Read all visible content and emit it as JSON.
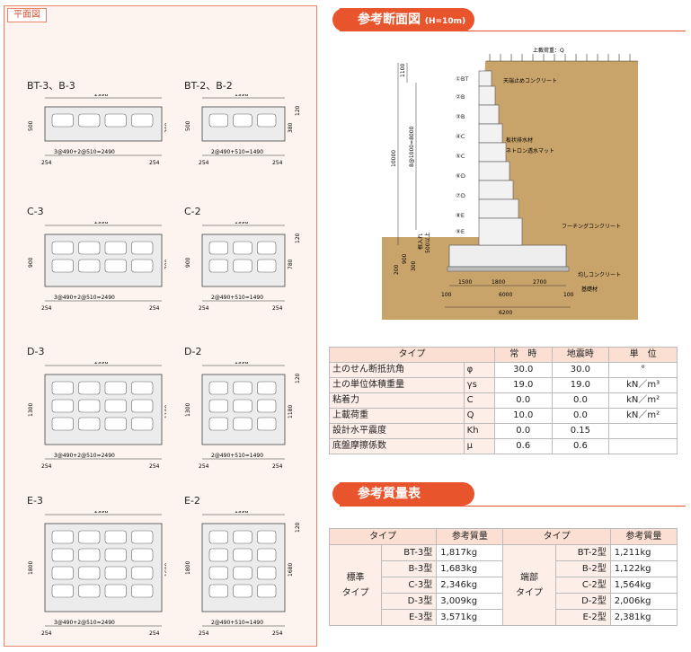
{
  "plan": {
    "title": "平面図",
    "blocks": [
      {
        "label": "BT-3、B-3",
        "width": "2998",
        "depth": "500",
        "inner": "380",
        "top": "120",
        "pitch": "3@490+2@510=2490",
        "ends": [
          "254",
          "254"
        ],
        "rows": 1,
        "small": false
      },
      {
        "label": "BT-2、B-2",
        "width": "1998",
        "depth": "500",
        "inner": "380",
        "top": "120",
        "pitch": "2@490+510=1490",
        "ends": [
          "254",
          "254"
        ],
        "rows": 1,
        "small": true
      },
      {
        "label": "C-3",
        "width": "2998",
        "depth": "900",
        "inner": "780",
        "top": "120",
        "pitch": "3@490+2@510=2490",
        "ends": [
          "254",
          "254"
        ],
        "rows": 2,
        "small": false
      },
      {
        "label": "C-2",
        "width": "1998",
        "depth": "900",
        "inner": "780",
        "top": "120",
        "pitch": "2@490+510=1490",
        "ends": [
          "254",
          "254"
        ],
        "rows": 2,
        "small": true
      },
      {
        "label": "D-3",
        "width": "2998",
        "depth": "1300",
        "inner": "1180",
        "top": "120",
        "pitch": "3@490+2@510=2490",
        "ends": [
          "254",
          "254"
        ],
        "rows": 3,
        "small": false
      },
      {
        "label": "D-2",
        "width": "1998",
        "depth": "1300",
        "inner": "1180",
        "top": "120",
        "pitch": "2@490+510=1490",
        "ends": [
          "254",
          "254"
        ],
        "rows": 3,
        "small": true
      },
      {
        "label": "E-3",
        "width": "2998",
        "depth": "1800",
        "inner": "1680",
        "top": "120",
        "pitch": "3@490+2@510=2490",
        "ends": [
          "254",
          "254"
        ],
        "rows": 4,
        "small": false
      },
      {
        "label": "E-2",
        "width": "1998",
        "depth": "1800",
        "inner": "1680",
        "top": "120",
        "pitch": "2@490+510=1490",
        "ends": [
          "254",
          "254"
        ],
        "rows": 4,
        "small": true
      }
    ]
  },
  "section": {
    "title": "参考断面図",
    "title_sub": "(H=10m)",
    "load_label": "上載荷重：Q",
    "layers": [
      "①BT",
      "②B",
      "③B",
      "④C",
      "⑤C",
      "⑥D",
      "⑦D",
      "⑧E",
      "⑨E"
    ],
    "labels": {
      "top_concrete": "天端止めコンクリート",
      "fill": "板状排水材",
      "mat": "ネトロン透水マット",
      "footing": "フーチングコンクリート",
      "leveling": "均しコンクリート",
      "base": "基礎材"
    },
    "dims": {
      "h1100": "1100",
      "h10000": "10000",
      "h8": "8@1000=8000",
      "h_embed1": "根入れ",
      "h_embed2": "500以上",
      "h300": "300",
      "h200": "200",
      "h900": "900",
      "w1500": "1500",
      "w1800": "1800",
      "w2700": "2700",
      "w100a": "100",
      "w6000": "6000",
      "w100b": "100",
      "w6200": "6200"
    }
  },
  "params": {
    "headers": [
      "タイプ",
      "常　時",
      "地震時",
      "単　位"
    ],
    "rows": [
      {
        "name": "土のせん断抵抗角",
        "sym": "φ",
        "normal": "30.0",
        "quake": "30.0",
        "unit": "°"
      },
      {
        "name": "土の単位体積重量",
        "sym": "γs",
        "normal": "19.0",
        "quake": "19.0",
        "unit": "kN／m³"
      },
      {
        "name": "粘着力",
        "sym": "C",
        "normal": "0.0",
        "quake": "0.0",
        "unit": "kN／m²"
      },
      {
        "name": "上載荷重",
        "sym": "Q",
        "normal": "10.0",
        "quake": "0.0",
        "unit": "kN／m²"
      },
      {
        "name": "設計水平震度",
        "sym": "Kh",
        "normal": "0.0",
        "quake": "0.15",
        "unit": ""
      },
      {
        "name": "底盤摩擦係数",
        "sym": "μ",
        "normal": "0.6",
        "quake": "0.6",
        "unit": ""
      }
    ]
  },
  "mass": {
    "title": "参考質量表",
    "headers": [
      "タイプ",
      "参考質量",
      "タイプ",
      "参考質量"
    ],
    "group_left": "標準\nタイプ",
    "group_right": "端部\nタイプ",
    "rows": [
      {
        "t1": "BT-3型",
        "m1": "1,817kg",
        "t2": "BT-2型",
        "m2": "1,211kg"
      },
      {
        "t1": "B-3型",
        "m1": "1,683kg",
        "t2": "B-2型",
        "m2": "1,122kg"
      },
      {
        "t1": "C-3型",
        "m1": "2,346kg",
        "t2": "C-2型",
        "m2": "1,564kg"
      },
      {
        "t1": "D-3型",
        "m1": "3,009kg",
        "t2": "D-2型",
        "m2": "2,006kg"
      },
      {
        "t1": "E-3型",
        "m1": "3,571kg",
        "t2": "E-2型",
        "m2": "2,381kg"
      }
    ]
  },
  "colors": {
    "accent": "#e8552d",
    "soil": "#c9a46a",
    "panel": "#fdf4ef",
    "header_bg": "#fbdfd2"
  }
}
